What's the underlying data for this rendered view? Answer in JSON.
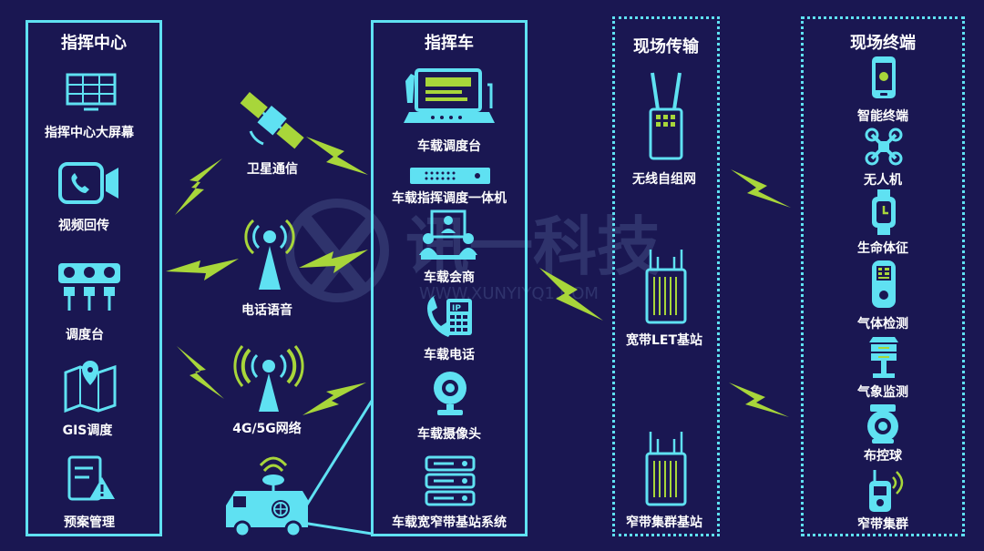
{
  "panels": {
    "command_center": {
      "title": "指挥中心",
      "items": [
        "指挥中心大屏幕",
        "视频回传",
        "调度台",
        "GIS调度",
        "预案管理"
      ]
    },
    "links": [
      "卫星通信",
      "电话语音",
      "4G/5G网络"
    ],
    "command_vehicle": {
      "title": "指挥车",
      "items": [
        "车载调度台",
        "车载指挥调度一体机",
        "车载会商",
        "车载电话",
        "车载摄像头",
        "车载宽窄带基站系统"
      ]
    },
    "field_transmission": {
      "title": "现场传输",
      "items": [
        "无线自组网",
        "宽带LET基站",
        "窄带集群基站"
      ]
    },
    "field_terminals": {
      "title": "现场终端",
      "items": [
        "智能终端",
        "无人机",
        "生命体征",
        "气体检测",
        "气象监测",
        "布控球",
        "窄带集群"
      ]
    }
  },
  "watermark": {
    "brand": "讯一科技",
    "url": "WWW.XUNYIYQ1.COM"
  },
  "colors": {
    "background": "#1a1752",
    "border": "#5fe1f2",
    "icon": "#5fe1f2",
    "bolt": "#a8d63a",
    "text": "#ffffff"
  }
}
